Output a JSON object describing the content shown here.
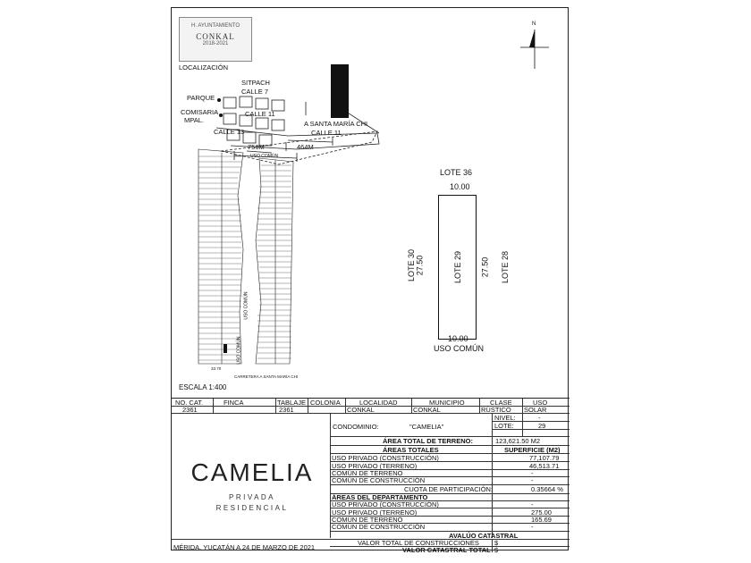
{
  "logo": {
    "header": "H. AYUNTAMIENTO",
    "name": "CONKAL",
    "footer": "2018-2021"
  },
  "location": {
    "title": "LOCALIZACIÓN",
    "sitpach": "SITPACH",
    "calle7": "CALLE 7",
    "parque": "PARQUE",
    "comisaria": "COMISARIA",
    "mpal": "MPAL.",
    "calle11": "CALLE 11",
    "calle11b": "CALLE 11",
    "calle13": "CALLE 13",
    "road": "A SANTA MARÍA CHI",
    "dist1": "756M",
    "dist2": "464M"
  },
  "north": "N",
  "site_plan": {
    "uso_comun_top": "USO COMÚN",
    "uso_comun_a": "USO COMÚN",
    "uso_comun_b": "USO COMÚN",
    "carretera": "CARRETERA A SANTA MARÍA CHI",
    "dim_bottom": "33.70"
  },
  "scale": "ESCALA 1:400",
  "lot": {
    "top_label": "LOTE 36",
    "top_dim": "10.00",
    "left_label": "LOTE 30",
    "left_dim": "27.50",
    "center_label": "LOTE 29",
    "right_dim": "27.50",
    "right_label": "LOTE 28",
    "bottom_dim": "10.00",
    "bottom_label": "USO COMÚN"
  },
  "cadastral": {
    "headers": [
      "NO. CAT.",
      "FINCA",
      "TABLAJE",
      "COLONIA",
      "LOCALIDAD",
      "MUNICIPIO",
      "CLASE",
      "USO"
    ],
    "values": [
      "2361",
      "",
      "2361",
      "",
      "CONKAL",
      "CONKAL",
      "RÚSTICO",
      "SOLAR"
    ],
    "condominio_label": "CONDOMINIO:",
    "condominio_value": "\"CAMELIA\"",
    "nivel_label": "NIVEL:",
    "nivel_value": "-",
    "lote_label": "LOTE:",
    "lote_value": "29",
    "area_total_label": "ÁREA TOTAL DE TERRENO:",
    "area_total_value": "123,621.50 M2",
    "areas_totales": "ÁREAS TOTALES",
    "superficie": "SUPERFICIE (M2)",
    "rows1": [
      {
        "label": "USO PRIVADO (CONSTRUCCIÓN)",
        "value": "77,107.79"
      },
      {
        "label": "USO PRIVADO (TERRENO)",
        "value": "46,513.71"
      },
      {
        "label": "COMÚN DE TERRENO",
        "value": "-"
      },
      {
        "label": "COMÚN DE CONSTRUCCIÓN",
        "value": "-"
      }
    ],
    "cuota_label": "CUOTA DE PARTICIPACIÓN:",
    "cuota_value": "0.35664 %",
    "areas_depto": "ÁREAS DEL DEPARTAMENTO",
    "rows2": [
      {
        "label": "USO PRIVADO (CONSTRUCCIÓN)",
        "value": "-"
      },
      {
        "label": "USO PRIVADO (TERRENO)",
        "value": "275.00"
      },
      {
        "label": "COMÚN DE TERRENO",
        "value": "165.69"
      },
      {
        "label": "COMÚN DE CONSTRUCCIÓN",
        "value": "-"
      }
    ],
    "avaluo": "AVALÚO CATASTRAL",
    "valor_const_label": "VALOR TOTAL DE CONSTRUCCIONES",
    "valor_const_value": "$",
    "valor_cat_label": "VALOR CATASTRAL TOTAL",
    "valor_cat_value": "$"
  },
  "brand": {
    "name": "CAMELIA",
    "line1": "PRIVADA",
    "line2": "RESIDENCIAL"
  },
  "footer_date": "MÉRIDA, YUCATÁN A 24 DE MARZO DE 2021"
}
